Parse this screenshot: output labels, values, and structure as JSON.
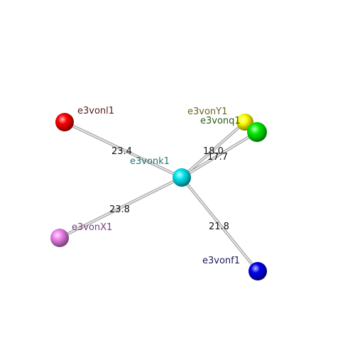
{
  "nodes": [
    {
      "id": "e3vonl1",
      "label": "e3vonl1",
      "color": "#ff0000",
      "label_color": "#5a1a1a"
    },
    {
      "id": "e3vonY1",
      "label": "e3vonY1",
      "color": "#ffff00",
      "label_color": "#6b6420"
    },
    {
      "id": "e3vonq1",
      "label": "e3vonq1",
      "color": "#00ee00",
      "label_color": "#2d5a1a"
    },
    {
      "id": "e3vonk1",
      "label": "e3vonk1",
      "color": "#00e5ee",
      "label_color": "#2a6e70"
    },
    {
      "id": "e3vonX1",
      "label": "e3vonX1",
      "color": "#ee82ee",
      "label_color": "#7a3c7a"
    },
    {
      "id": "e3vonf1",
      "label": "e3vonf1",
      "color": "#0000ee",
      "label_color": "#1a1a5a"
    }
  ],
  "edges": [
    {
      "from": "e3vonk1",
      "to": "e3vonl1",
      "distance": "23.4"
    },
    {
      "from": "e3vonk1",
      "to": "e3vonY1",
      "distance": "18.0"
    },
    {
      "from": "e3vonk1",
      "to": "e3vonq1",
      "distance": "17.7"
    },
    {
      "from": "e3vonk1",
      "to": "e3vonX1",
      "distance": "23.8"
    },
    {
      "from": "e3vonk1",
      "to": "e3vonf1",
      "distance": "21.8"
    }
  ]
}
